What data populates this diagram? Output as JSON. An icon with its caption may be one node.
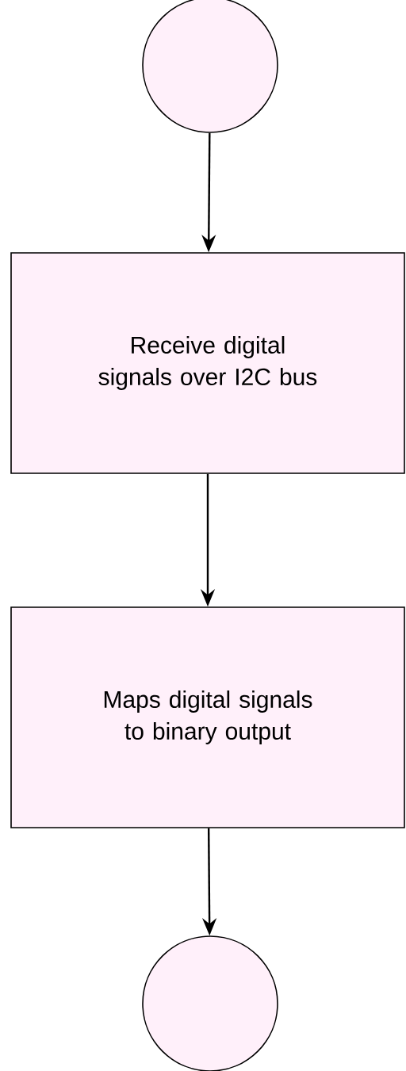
{
  "diagram": {
    "nodes": [
      {
        "text": [],
        "shape": "circle"
      },
      {
        "text": [
          "Receive digital signals over I2C bus"
        ]
      },
      {
        "text": [
          "Maps digital signals to binary output"
        ]
      },
      {
        "text": [],
        "shape": "circle"
      }
    ],
    "edges": [
      {
        "from": 0,
        "to": 1,
        "arrow": "to"
      },
      {
        "from": 1,
        "to": 2,
        "arrow": "to"
      },
      {
        "from": 2,
        "to": 3,
        "arrow": "to"
      }
    ]
  }
}
